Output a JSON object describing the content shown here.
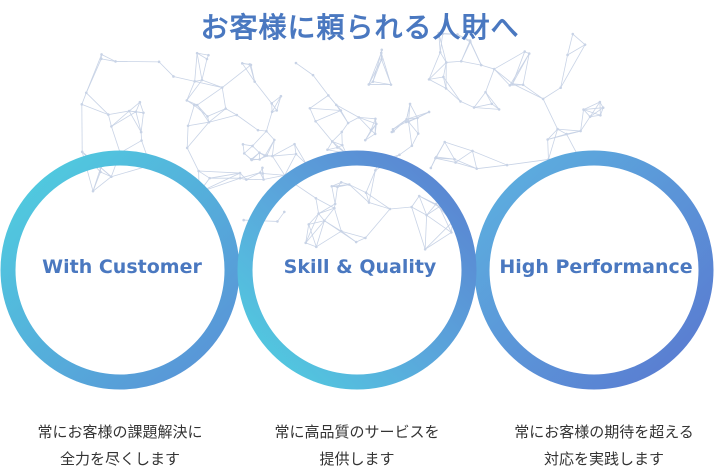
{
  "title": "お客様に頼られる人財へ",
  "colors": {
    "title": "#4a78c0",
    "ring_cyan": "#55c9dc",
    "ring_blue": "#5a86d2",
    "network": "#c8d3e6"
  },
  "pillars": [
    {
      "label": "With Customer",
      "description": [
        "常にお客様の課題解決に",
        "全力を尽くします"
      ]
    },
    {
      "label": "Skill & Quality",
      "description": [
        "常に高品質のサービスを",
        "提供します"
      ]
    },
    {
      "label": "High Performance",
      "description": [
        "常にお客様の期待を超える",
        "対応を実践します"
      ]
    }
  ]
}
